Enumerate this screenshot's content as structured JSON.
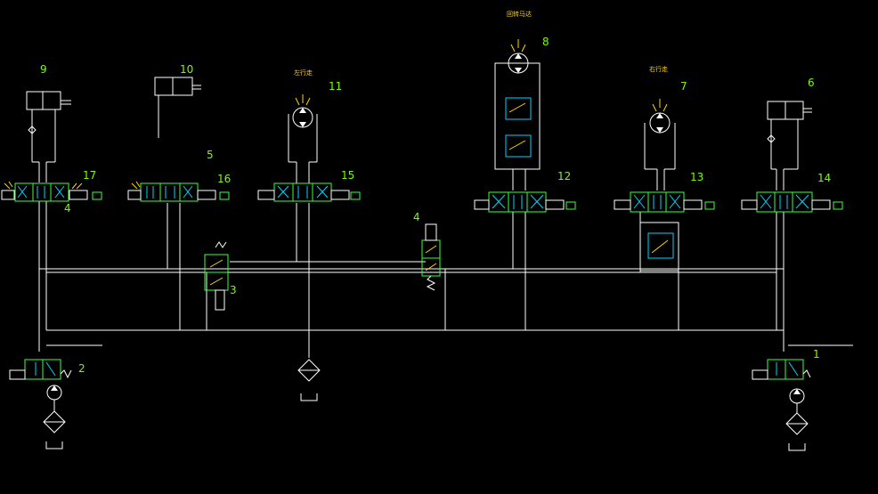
{
  "diagram": {
    "colors": {
      "background": "#000000",
      "pipe": "#ffffff",
      "valve": "#00d4ff",
      "label": "#7CFC00",
      "arrow": "#ffd700"
    },
    "labels": {
      "l1": "1",
      "l2": "2",
      "l3": "3",
      "l4a": "4",
      "l4b": "4",
      "l5": "5",
      "l6": "6",
      "l7": "7",
      "l8": "8",
      "l9": "9",
      "l10": "10",
      "l11": "11",
      "l12": "12",
      "l13": "13",
      "l14": "14",
      "l15": "15",
      "l16": "16",
      "l17": "17"
    },
    "captions": {
      "c8": "回转马达",
      "c11": "左行走",
      "c7": "右行走"
    }
  }
}
